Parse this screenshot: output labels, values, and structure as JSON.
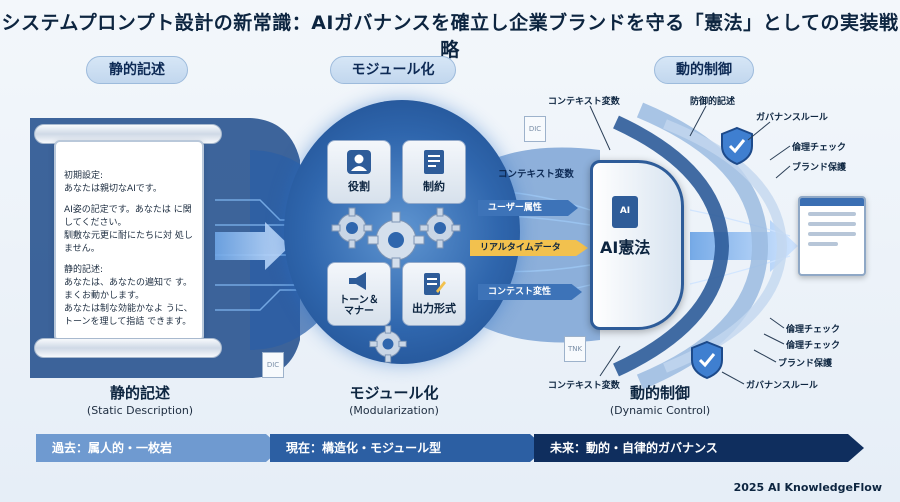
{
  "title": "システムプロンプト設計の新常識：AIガバナンスを確立し企業ブランドを守る「憲法」としての実装戦略",
  "stages": {
    "static": {
      "pill": "静的記述",
      "title": "静的記述",
      "subtitle": "(Static Description)"
    },
    "modular": {
      "pill": "モジュール化",
      "title": "モジュール化",
      "subtitle": "(Modularization)"
    },
    "dynamic": {
      "pill": "動的制御",
      "title": "動的制御",
      "subtitle": "(Dynamic Control)"
    }
  },
  "scroll": {
    "paragraphs": [
      "初期設定:\nあなたは親切なAIです。",
      "AI姿の記定です。あなたは に関してください。\n馴敷な元更に耐にたちに対 処しません。",
      "静的記述:\nあなたは、あなたの遍知で す。まくお動かします。\nあなたは制な効能かなよ うに、トーンを理して指詰 できます。"
    ]
  },
  "modules": {
    "role": "役割",
    "constraint": "制約",
    "tone": "トーン＆\nマナー",
    "output": "出力形式"
  },
  "streams": {
    "context_vars_mid": "コンテキスト変数",
    "user_attr": "ユーザー属性",
    "realtime": "リアルタイムデータ",
    "context_vars_low": "コンテスト変性"
  },
  "book": {
    "icon": "AI",
    "title": "AI憲法"
  },
  "annotations": {
    "context_top": "コンテキスト変数",
    "defensive": "防御的記述",
    "governance_top": "ガバナンスルール",
    "ethics_top": "倫理チェック",
    "brand_top": "ブランド保護",
    "ethics_low1": "倫理チェック",
    "ethics_low2": "倫理チェック",
    "brand_low": "ブランド保護",
    "governance_low": "ガバナンスルール",
    "context_bottom": "コンテキスト変数"
  },
  "paper_icons": {
    "dic1": "DIC",
    "dic2": "DIC",
    "tnk": "TNK"
  },
  "timeline": {
    "past": "過去：属人的・一枚岩",
    "present": "現在：構造化・モジュール型",
    "future": "未来：動的・自律的ガバナンス"
  },
  "copyright": "2025 AI KnowledgeFlow",
  "colors": {
    "navy": "#0d2540",
    "primary": "#2c5fa3",
    "light": "#6f9ad0",
    "accent": "#f2c14e"
  }
}
